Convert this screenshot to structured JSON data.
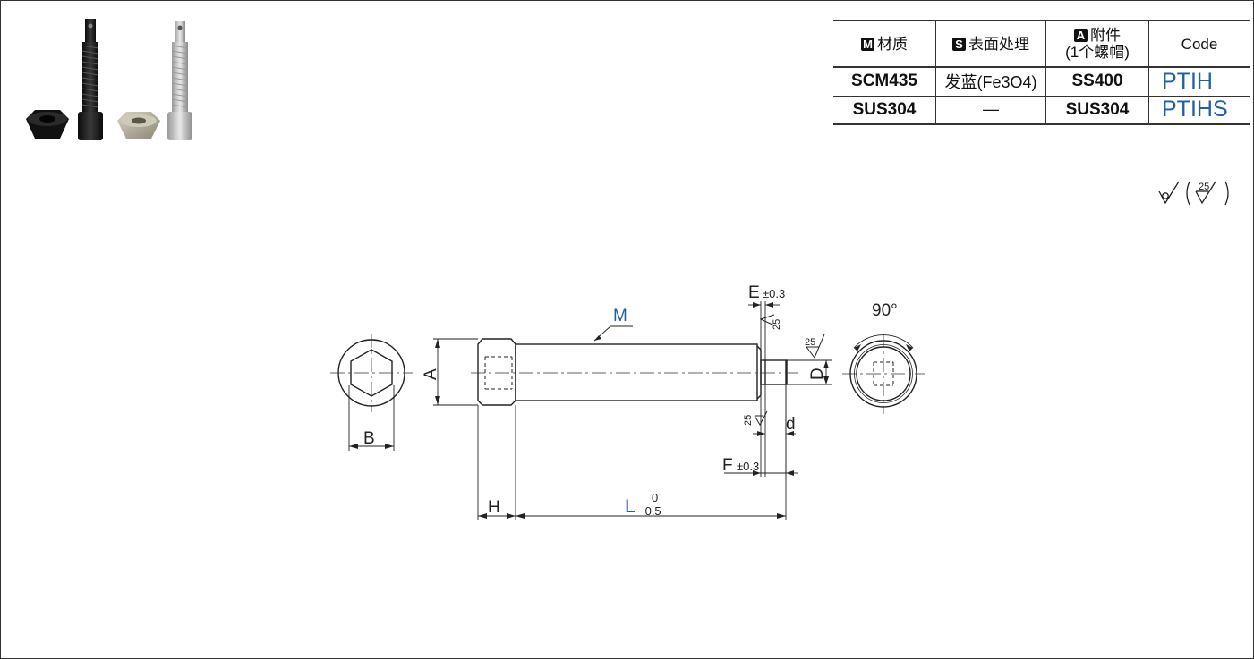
{
  "table": {
    "headers": [
      {
        "badge": "M",
        "label": "材质"
      },
      {
        "badge": "S",
        "label": "表面处理"
      },
      {
        "badge": "A",
        "label": "附件",
        "sub": "(1个螺帽)"
      },
      {
        "label": "Code"
      }
    ],
    "rows": [
      {
        "material": "SCM435",
        "surface": "发蓝(Fe3O4)",
        "accessory": "SS400",
        "code": "PTIH"
      },
      {
        "material": "SUS304",
        "surface": "—",
        "accessory": "SUS304",
        "code": "PTIHS"
      }
    ]
  },
  "roughness": {
    "main_value": "",
    "bracket_value": "25"
  },
  "drawing": {
    "angle_label": "90°",
    "labels": {
      "E": "E",
      "E_tol": "±0.3",
      "F": "F",
      "F_tol": "±0.3",
      "M": "M",
      "A": "A",
      "B": "B",
      "D": "D",
      "d": "d",
      "H": "H",
      "L": "L",
      "L_tol_upper": "0",
      "L_tol_lower": "−0.5"
    },
    "roughness_marks": [
      "25",
      "25",
      "25"
    ],
    "colors": {
      "accent": "#1f5fa6",
      "line": "#222222"
    }
  }
}
